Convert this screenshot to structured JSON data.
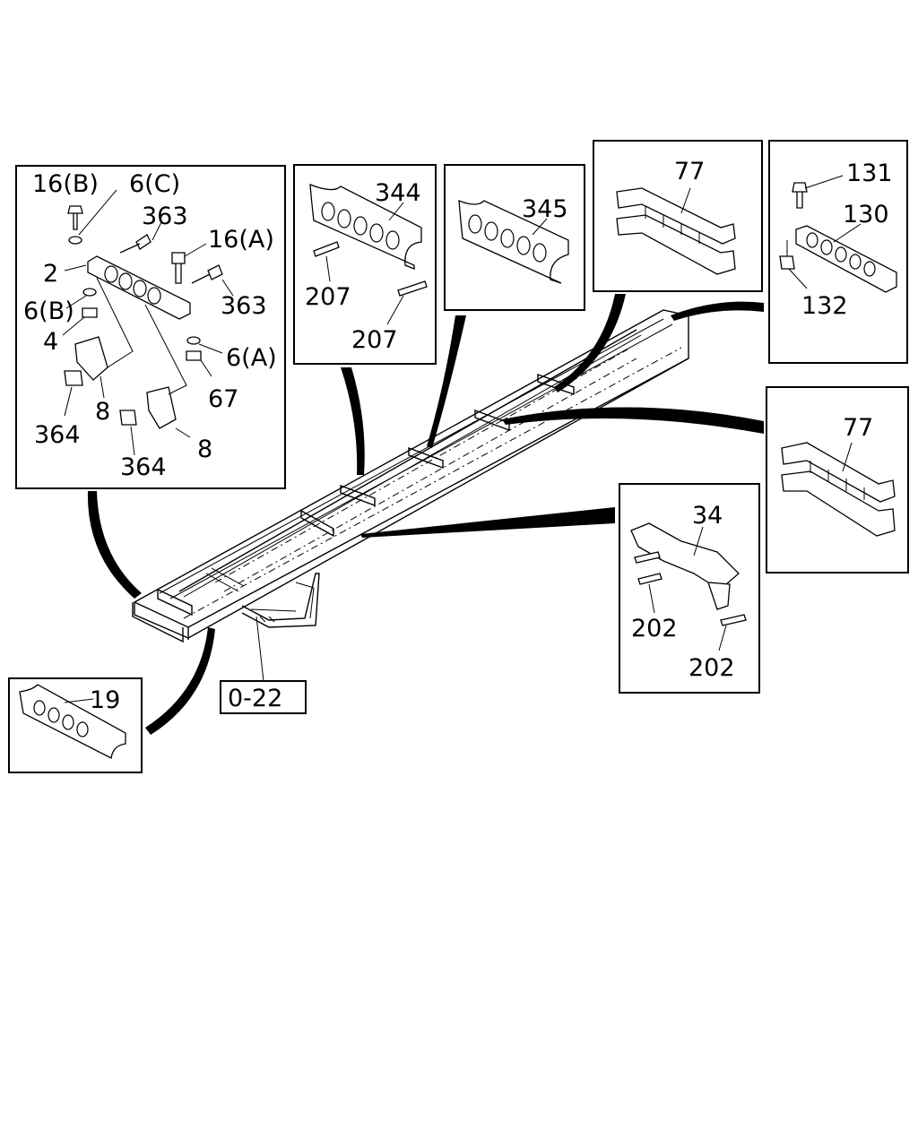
{
  "callouts": {
    "panel_top_left": [
      "16(B)",
      "6(C)",
      "363",
      "16(A)",
      "2",
      "363",
      "6(B)",
      "4",
      "6(A)",
      "67",
      "8",
      "364",
      "364",
      "8"
    ],
    "panel_344": [
      "344",
      "207",
      "207"
    ],
    "panel_345": [
      "345"
    ],
    "panel_77_top": [
      "77"
    ],
    "panel_131": [
      "131",
      "130",
      "132"
    ],
    "panel_77_right": [
      "77"
    ],
    "panel_34": [
      "34",
      "202",
      "202"
    ],
    "panel_19": [
      "19"
    ],
    "ref_box": "0-22"
  }
}
